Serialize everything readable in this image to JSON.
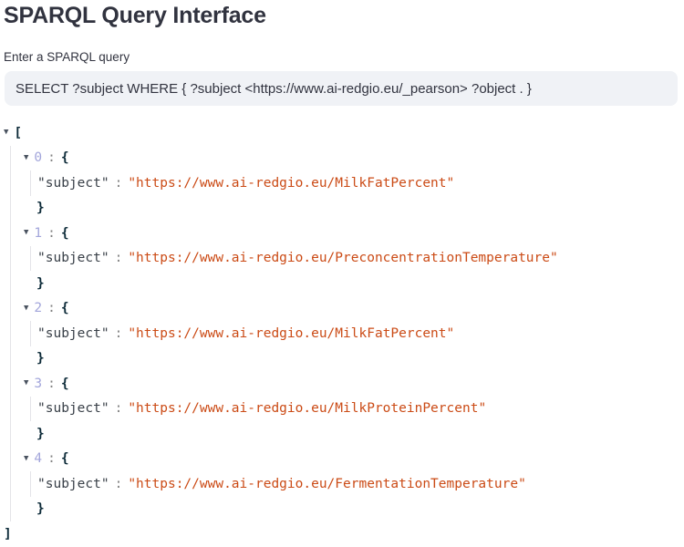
{
  "page": {
    "title": "SPARQL Query Interface"
  },
  "query_input": {
    "label": "Enter a SPARQL query",
    "value": "SELECT ?subject WHERE { ?subject <https://www.ai-redgio.eu/_pearson> ?object . }"
  },
  "json_viewer": {
    "tokens": {
      "collapse_icon": "▼",
      "open_bracket": "[",
      "close_bracket": "]",
      "open_brace": "{",
      "close_brace": "}",
      "colon": ":"
    },
    "entries": [
      {
        "index": "0",
        "key": "subject",
        "value": "https://www.ai-redgio.eu/MilkFatPercent"
      },
      {
        "index": "1",
        "key": "subject",
        "value": "https://www.ai-redgio.eu/PreconcentrationTemperature"
      },
      {
        "index": "2",
        "key": "subject",
        "value": "https://www.ai-redgio.eu/MilkFatPercent"
      },
      {
        "index": "3",
        "key": "subject",
        "value": "https://www.ai-redgio.eu/MilkProteinPercent"
      },
      {
        "index": "4",
        "key": "subject",
        "value": "https://www.ai-redgio.eu/FermentationTemperature"
      }
    ]
  },
  "colors": {
    "heading": "#31333f",
    "input_background": "#f0f2f6",
    "string_value": "#cb4b16",
    "index_number": "#a3a6db",
    "punctuation": "#0d2b39",
    "key": "#383f47",
    "separator": "#808080",
    "collapse_icon": "#4a5360",
    "indent_guide": "#e4e4e8"
  }
}
